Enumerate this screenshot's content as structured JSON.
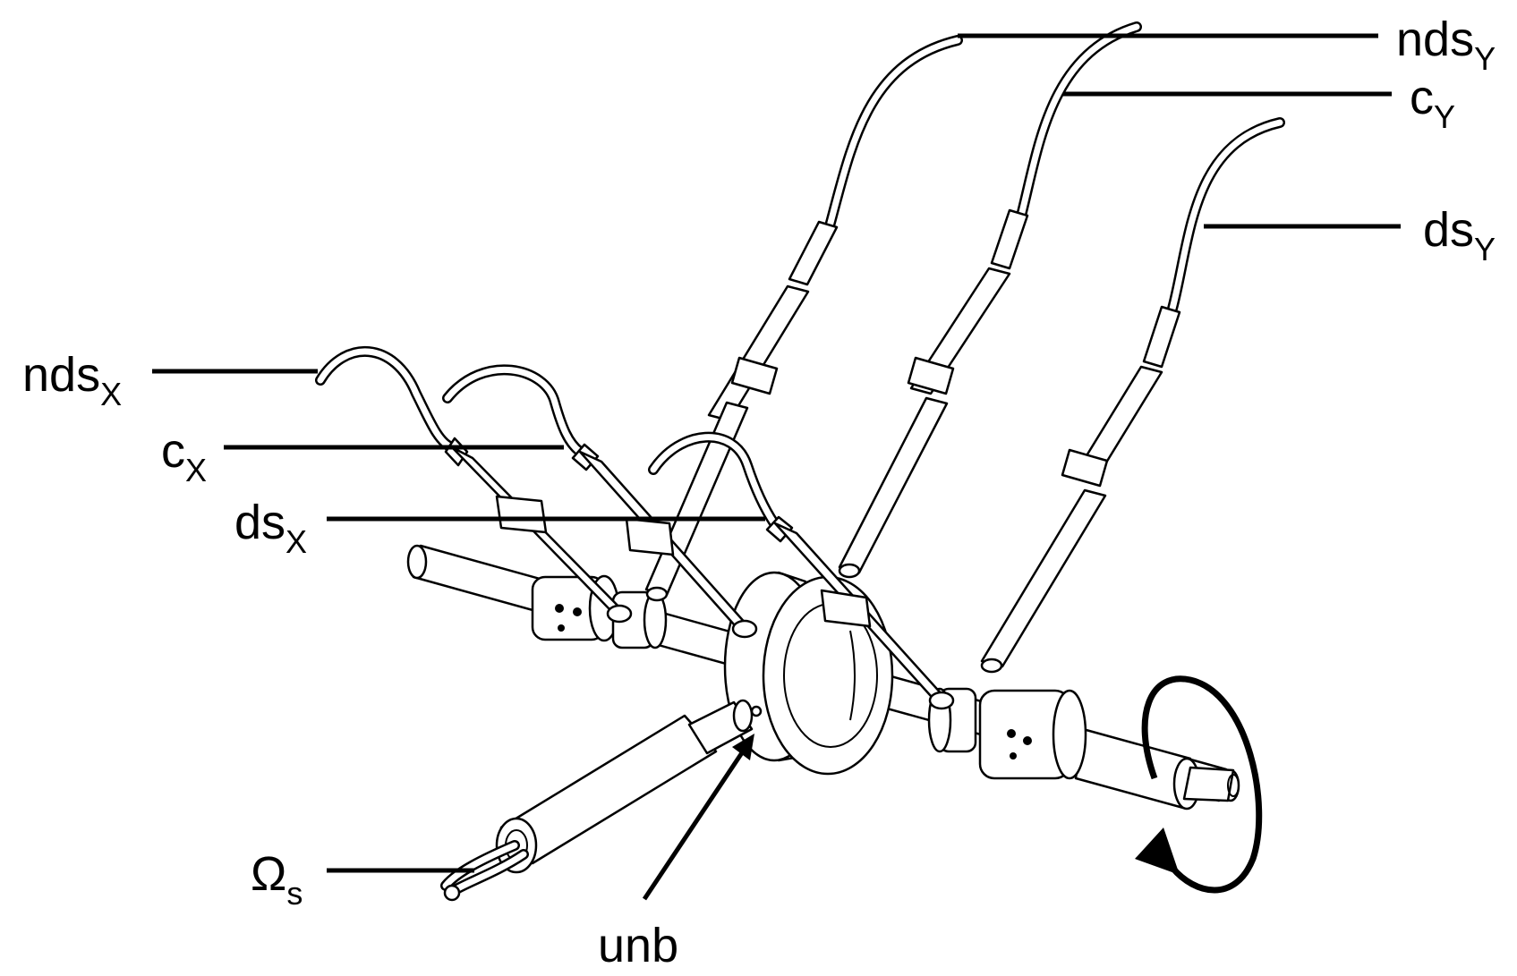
{
  "labels": {
    "nds_y": {
      "base": "nds",
      "sub": "Y"
    },
    "c_y": {
      "base": "c",
      "sub": "Y"
    },
    "ds_y": {
      "base": "ds",
      "sub": "Y"
    },
    "nds_x": {
      "base": "nds",
      "sub": "X"
    },
    "c_x": {
      "base": "c",
      "sub": "X"
    },
    "ds_x": {
      "base": "ds",
      "sub": "X"
    },
    "omega_s": {
      "base": "Ω",
      "sub": "s"
    },
    "unb": {
      "base": "unb"
    }
  }
}
